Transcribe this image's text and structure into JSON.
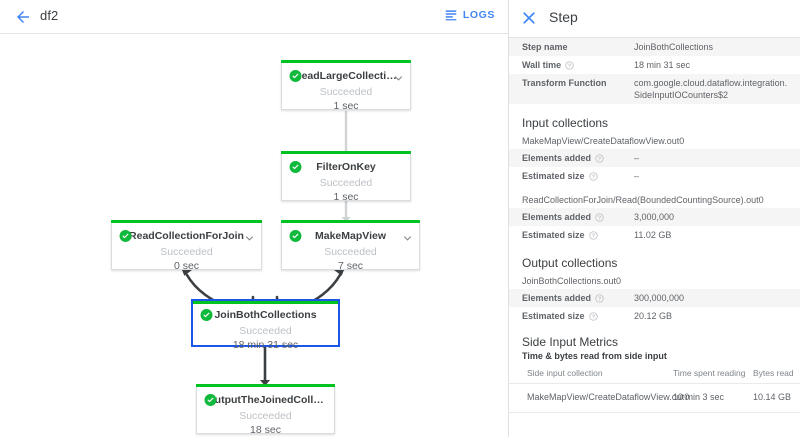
{
  "topbar": {
    "back_icon": "arrow-left-icon",
    "job_name": "df2",
    "logs_icon": "subject-lines-icon",
    "logs_label": "LOGS"
  },
  "graph": {
    "nodes": [
      {
        "id": "read-large-collection",
        "label": "ReadLargeCollectionFr...",
        "status": "Succeeded",
        "time": "1 sec",
        "status_icon": "check-circle-icon",
        "chevron": "chevron-down-icon",
        "has_chevron": true,
        "selected": false
      },
      {
        "id": "filter-on-key",
        "label": "FilterOnKey",
        "status": "Succeeded",
        "time": "1 sec",
        "status_icon": "check-circle-icon",
        "chevron": "chevron-down-icon",
        "has_chevron": false,
        "selected": false
      },
      {
        "id": "read-collection-for-join",
        "label": "ReadCollectionForJoin",
        "status": "Succeeded",
        "time": "0 sec",
        "status_icon": "check-circle-icon",
        "chevron": "chevron-down-icon",
        "has_chevron": true,
        "selected": false
      },
      {
        "id": "make-map-view",
        "label": "MakeMapView",
        "status": "Succeeded",
        "time": "7 sec",
        "status_icon": "check-circle-icon",
        "chevron": "chevron-down-icon",
        "has_chevron": true,
        "selected": false
      },
      {
        "id": "join-both-collections",
        "label": "JoinBothCollections",
        "status": "Succeeded",
        "time": "18 min 31 sec",
        "status_icon": "check-circle-icon",
        "chevron": "chevron-down-icon",
        "has_chevron": false,
        "selected": true
      },
      {
        "id": "output-the-joined-collection",
        "label": "OutputTheJoinedCollec...",
        "status": "Succeeded",
        "time": "18 sec",
        "status_icon": "check-circle-icon",
        "chevron": "chevron-down-icon",
        "has_chevron": false,
        "selected": false
      }
    ]
  },
  "colors": {
    "node_success_bar": "#00c221",
    "selected_border": "#1a56e8",
    "accent_blue": "#4285f4",
    "edge": "#3c4043",
    "row_shade": "#f5f5f5"
  },
  "panel": {
    "close_icon": "close-x-icon",
    "title": "Step",
    "summary": [
      {
        "key": "Step name",
        "value": "JoinBothCollections",
        "help": false
      },
      {
        "key": "Wall time",
        "value": "18 min 31 sec",
        "help": true
      },
      {
        "key": "Transform Function",
        "value": "com.google.cloud.dataflow.integration.SideInputIOCounters$2",
        "help": false
      }
    ],
    "input_collections": {
      "heading": "Input collections",
      "groups": [
        {
          "name": "MakeMapView/CreateDataflowView.out0",
          "rows": [
            {
              "key": "Elements added",
              "value": "–",
              "help": true
            },
            {
              "key": "Estimated size",
              "value": "–",
              "help": true
            }
          ]
        },
        {
          "name": "ReadCollectionForJoin/Read(BoundedCountingSource).out0",
          "rows": [
            {
              "key": "Elements added",
              "value": "3,000,000",
              "help": true
            },
            {
              "key": "Estimated size",
              "value": "11.02 GB",
              "help": true
            }
          ]
        }
      ]
    },
    "output_collections": {
      "heading": "Output collections",
      "groups": [
        {
          "name": "JoinBothCollections.out0",
          "rows": [
            {
              "key": "Elements added",
              "value": "300,000,000",
              "help": true
            },
            {
              "key": "Estimated size",
              "value": "20.12 GB",
              "help": true
            }
          ]
        }
      ]
    },
    "side_input_metrics": {
      "heading": "Side Input Metrics",
      "subheading": "Time & bytes read from side input",
      "columns": [
        "Side input collection",
        "Time spent reading",
        "Bytes read"
      ],
      "rows": [
        {
          "collection": "MakeMapView/CreateDataflowView.out0",
          "time_spent": "10 min 3 sec",
          "bytes_read": "10.14 GB"
        }
      ]
    }
  }
}
